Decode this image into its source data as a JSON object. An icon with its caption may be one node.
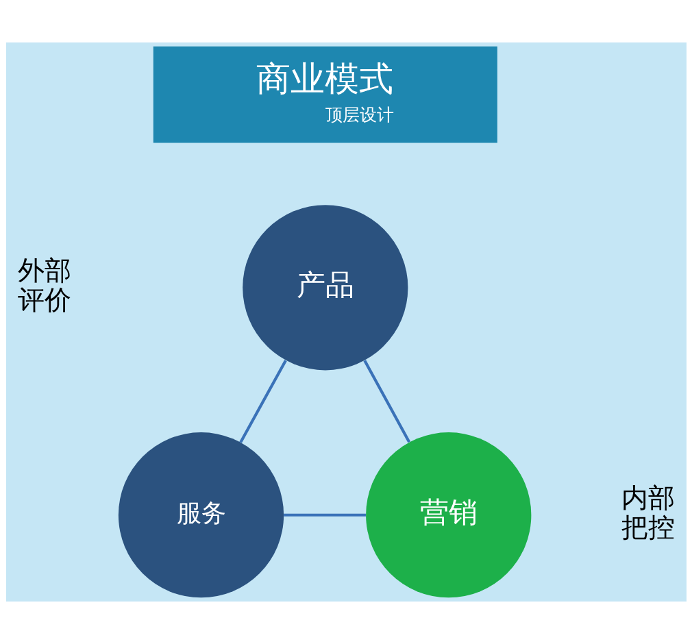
{
  "diagram": {
    "nodes": [
      {
        "text": [
          "商业模式",
          "顶层设计"
        ]
      },
      {
        "text": [
          "产品"
        ]
      },
      {
        "text": [
          "服务"
        ]
      },
      {
        "text": [
          "营销"
        ]
      }
    ],
    "edges": [
      {
        "from": 1,
        "to": 2,
        "arrow": "none"
      },
      {
        "from": 1,
        "to": 3,
        "arrow": "none"
      },
      {
        "from": 2,
        "to": 3,
        "arrow": "none"
      }
    ],
    "labels": [
      "外部评价",
      "内部把控"
    ]
  }
}
